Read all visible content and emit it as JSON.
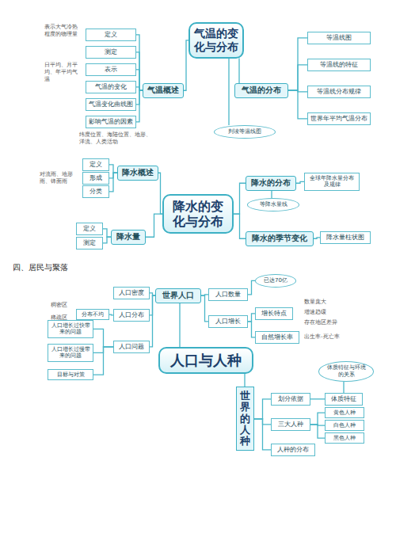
{
  "diagram": {
    "nodes": [
      {
        "text": [
          "气温的变化与分布"
        ]
      },
      {
        "text": [
          "气温概述"
        ]
      },
      {
        "text": [
          "定义"
        ]
      },
      {
        "text": [
          "测定"
        ]
      },
      {
        "text": [
          "表示"
        ]
      },
      {
        "text": [
          "气温的变化"
        ]
      },
      {
        "text": [
          "气温变化曲线图"
        ]
      },
      {
        "text": [
          "影响气温的因素"
        ]
      },
      {
        "text": [
          "气温的分布"
        ]
      },
      {
        "text": [
          "等温线图"
        ]
      },
      {
        "text": [
          "等温线的特征"
        ]
      },
      {
        "text": [
          "等温线分布规律"
        ]
      },
      {
        "text": [
          "世界年平均气温分布"
        ]
      },
      {
        "text": [
          "判读等温线图"
        ]
      },
      {
        "text": [
          "降水的变化与分布"
        ]
      },
      {
        "text": [
          "降水概述"
        ]
      },
      {
        "text": [
          "定义"
        ]
      },
      {
        "text": [
          "形成"
        ]
      },
      {
        "text": [
          "分类"
        ]
      },
      {
        "text": [
          "降水量"
        ]
      },
      {
        "text": [
          "定义"
        ]
      },
      {
        "text": [
          "测定"
        ]
      },
      {
        "text": [
          "降水的分布"
        ]
      },
      {
        "text": [
          "全球年降水量分布及规律"
        ]
      },
      {
        "text": [
          "等降水量线"
        ]
      },
      {
        "text": [
          "降水的季节变化"
        ]
      },
      {
        "text": [
          "降水量柱状图"
        ]
      },
      {
        "text": [
          "人口与人种"
        ]
      },
      {
        "text": [
          "世界人口"
        ]
      },
      {
        "text": [
          "人口密度"
        ]
      },
      {
        "text": [
          "人口分布"
        ]
      },
      {
        "text": [
          "分布不均"
        ]
      },
      {
        "text": [
          "人口问题"
        ]
      },
      {
        "text": [
          "人口增长过快带来的问题"
        ]
      },
      {
        "text": [
          "人口增长过慢带来的问题"
        ]
      },
      {
        "text": [
          "目标与对策"
        ]
      },
      {
        "text": [
          "人口数量"
        ]
      },
      {
        "text": [
          "已达70亿"
        ]
      },
      {
        "text": [
          "人口增长"
        ]
      },
      {
        "text": [
          "增长特点"
        ]
      },
      {
        "text": [
          "自然增长率"
        ]
      },
      {
        "text": [
          "世界的人种"
        ]
      },
      {
        "text": [
          "划分依据"
        ]
      },
      {
        "text": [
          "体质特征"
        ]
      },
      {
        "text": [
          "体质特征与环境的关系"
        ]
      },
      {
        "text": [
          "三大人种"
        ]
      },
      {
        "text": [
          "黄色人种"
        ]
      },
      {
        "text": [
          "白色人种"
        ]
      },
      {
        "text": [
          "黑色人种"
        ]
      },
      {
        "text": [
          "人种的分布"
        ]
      }
    ],
    "edges": [
      {
        "from": 0,
        "to": 1,
        "arrow": "none"
      },
      {
        "from": 1,
        "to": 2,
        "arrow": "none"
      },
      {
        "from": 1,
        "to": 3,
        "arrow": "none"
      },
      {
        "from": 1,
        "to": 4,
        "arrow": "none"
      },
      {
        "from": 1,
        "to": 5,
        "arrow": "none"
      },
      {
        "from": 1,
        "to": 6,
        "arrow": "none"
      },
      {
        "from": 1,
        "to": 7,
        "arrow": "none"
      },
      {
        "from": 0,
        "to": 8,
        "arrow": "none"
      },
      {
        "from": 8,
        "to": 9,
        "arrow": "none"
      },
      {
        "from": 8,
        "to": 10,
        "arrow": "none"
      },
      {
        "from": 8,
        "to": 11,
        "arrow": "none"
      },
      {
        "from": 8,
        "to": 12,
        "arrow": "none"
      },
      {
        "from": 0,
        "to": 13,
        "arrow": "none"
      },
      {
        "from": 14,
        "to": 15,
        "arrow": "none"
      },
      {
        "from": 15,
        "to": 16,
        "arrow": "none"
      },
      {
        "from": 15,
        "to": 17,
        "arrow": "none"
      },
      {
        "from": 15,
        "to": 18,
        "arrow": "none"
      },
      {
        "from": 14,
        "to": 19,
        "arrow": "none"
      },
      {
        "from": 19,
        "to": 20,
        "arrow": "none"
      },
      {
        "from": 19,
        "to": 21,
        "arrow": "none"
      },
      {
        "from": 14,
        "to": 22,
        "arrow": "none"
      },
      {
        "from": 22,
        "to": 23,
        "arrow": "none"
      },
      {
        "from": 22,
        "to": 24,
        "arrow": "none"
      },
      {
        "from": 14,
        "to": 25,
        "arrow": "none"
      },
      {
        "from": 25,
        "to": 26,
        "arrow": "none"
      },
      {
        "from": 27,
        "to": 28,
        "arrow": "none"
      },
      {
        "from": 28,
        "to": 29,
        "arrow": "none"
      },
      {
        "from": 28,
        "to": 30,
        "arrow": "none"
      },
      {
        "from": 30,
        "to": 31,
        "arrow": "none"
      },
      {
        "from": 28,
        "to": 32,
        "arrow": "none"
      },
      {
        "from": 32,
        "to": 33,
        "arrow": "none"
      },
      {
        "from": 32,
        "to": 34,
        "arrow": "none"
      },
      {
        "from": 32,
        "to": 35,
        "arrow": "none"
      },
      {
        "from": 28,
        "to": 36,
        "arrow": "none"
      },
      {
        "from": 36,
        "to": 37,
        "arrow": "none"
      },
      {
        "from": 28,
        "to": 38,
        "arrow": "none"
      },
      {
        "from": 38,
        "to": 39,
        "arrow": "none"
      },
      {
        "from": 38,
        "to": 40,
        "arrow": "none"
      },
      {
        "from": 27,
        "to": 41,
        "arrow": "none"
      },
      {
        "from": 41,
        "to": 42,
        "arrow": "none"
      },
      {
        "from": 42,
        "to": 43,
        "arrow": "none"
      },
      {
        "from": 43,
        "to": 44,
        "arrow": "none"
      },
      {
        "from": 41,
        "to": 45,
        "arrow": "none"
      },
      {
        "from": 45,
        "to": 46,
        "arrow": "none"
      },
      {
        "from": 45,
        "to": 47,
        "arrow": "none"
      },
      {
        "from": 45,
        "to": 48,
        "arrow": "none"
      },
      {
        "from": 41,
        "to": 49,
        "arrow": "none"
      }
    ],
    "labels": [
      "表示大气冷热程度的物理量",
      "日平均、月平均、年平均气温",
      "纬度位置、海陆位置、地形、洋流、人类活动",
      "对流雨、地形雨、锋面雨",
      "四、居民与聚落",
      "稠密区",
      "稀疏区",
      "数量庞大",
      "增速趋缓",
      "存在地区差异",
      "出生率-死亡率"
    ]
  }
}
